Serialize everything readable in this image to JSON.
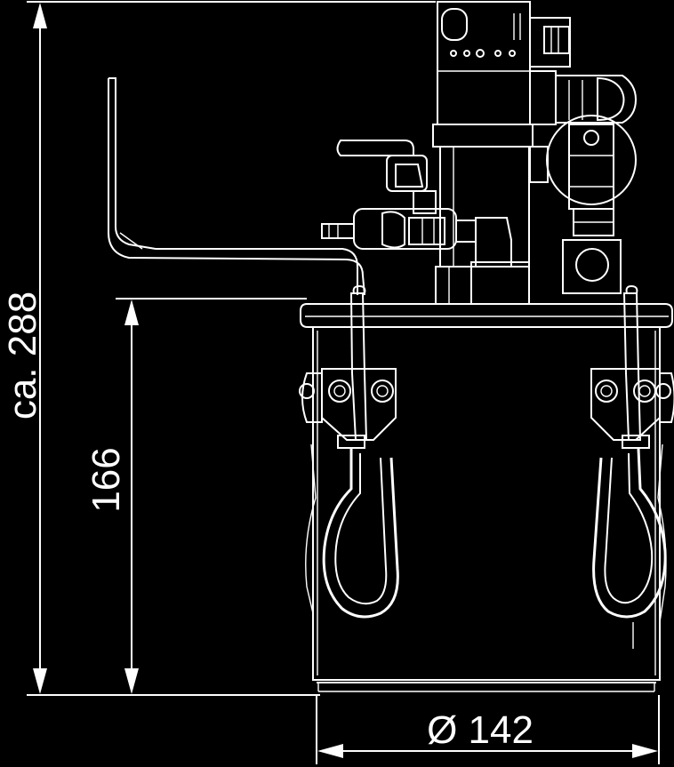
{
  "dimensions": {
    "height_total": "ca. 288",
    "height_tank": "166",
    "diameter": "Ø 142"
  },
  "colors": {
    "background": "#000000",
    "line": "#ffffff"
  }
}
